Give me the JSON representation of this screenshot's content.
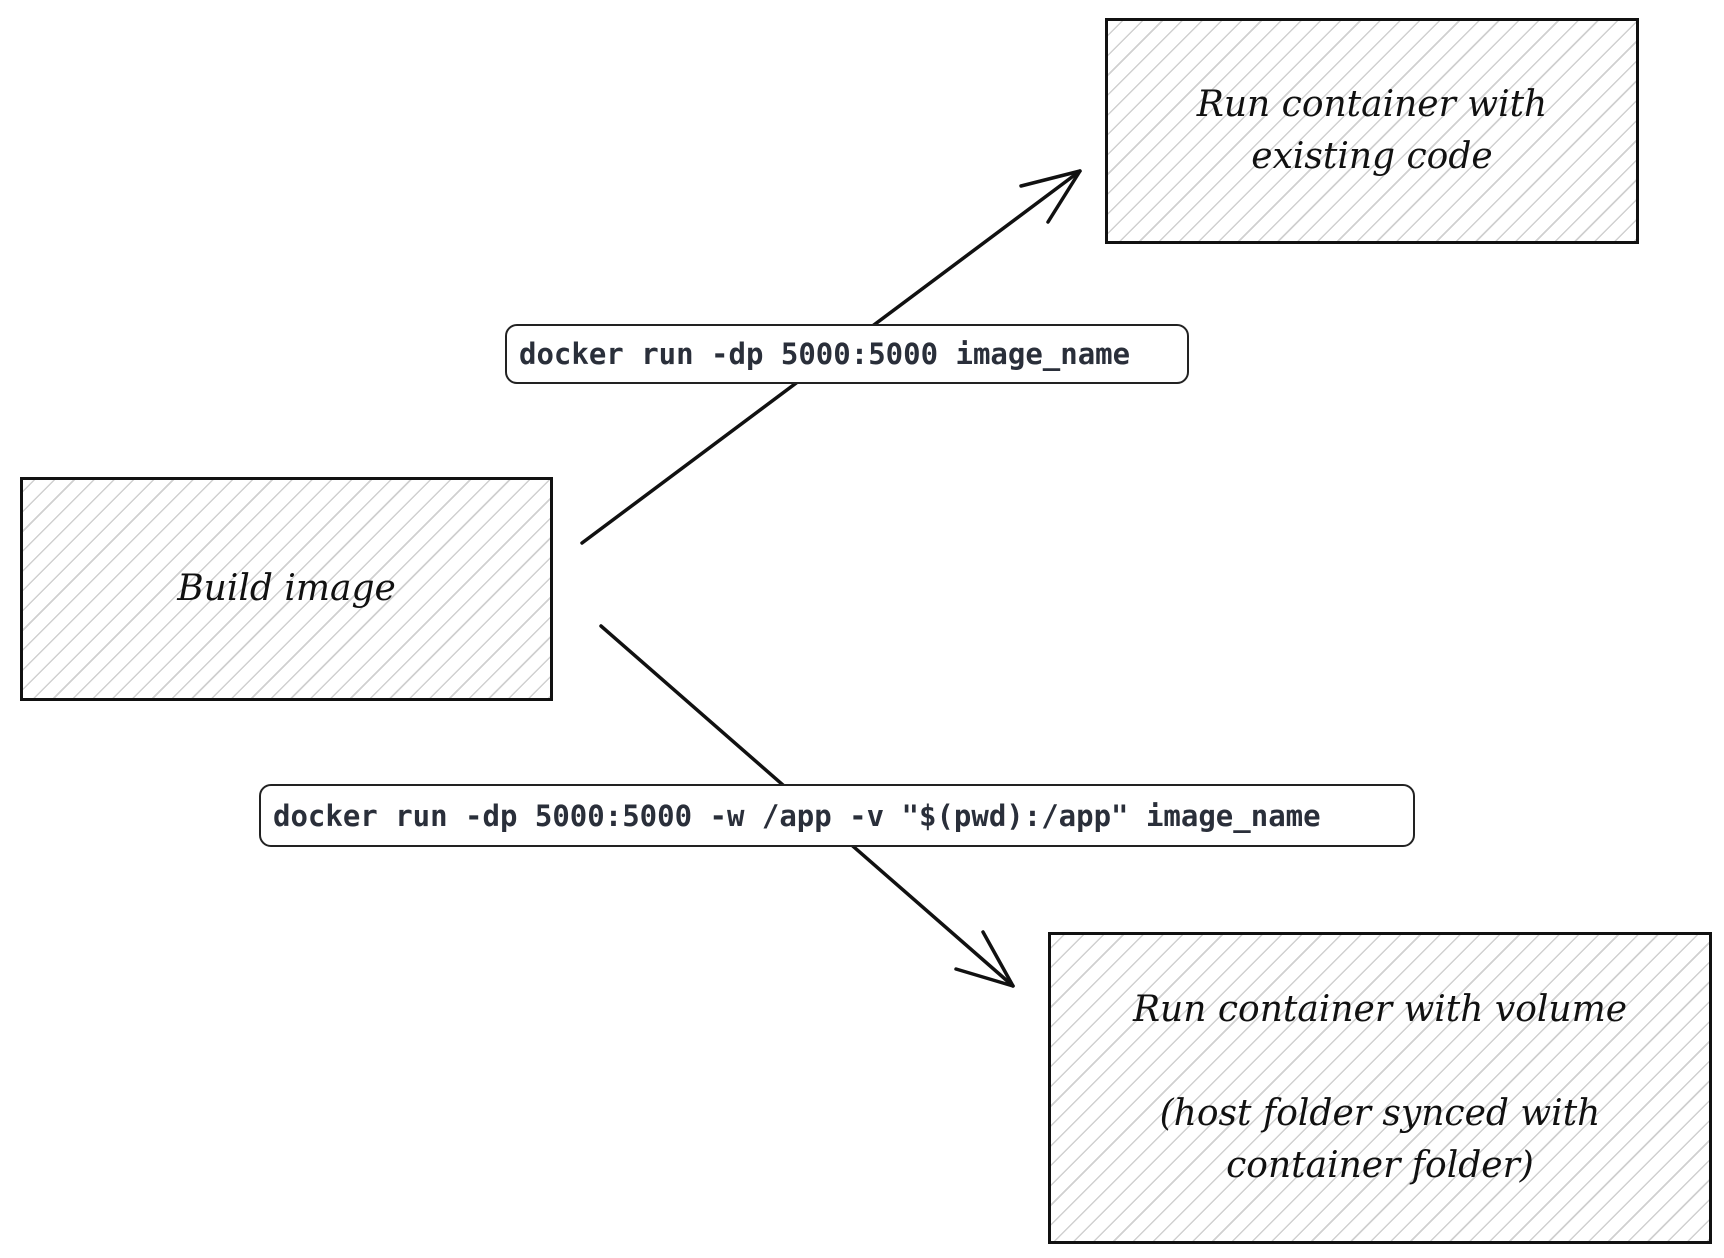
{
  "nodes": {
    "build_image": {
      "text": "Build image"
    },
    "run_existing": {
      "text": "Run container with\nexisting code"
    },
    "run_volume": {
      "text": "Run container with volume\n\n(host folder synced with\ncontainer folder)"
    }
  },
  "edges": {
    "to_run_existing": {
      "label": "docker run -dp 5000:5000 image_name"
    },
    "to_run_volume": {
      "label": "docker run -dp 5000:5000 -w /app -v \"$(pwd):/app\" image_name"
    }
  },
  "colors": {
    "stroke": "#111111",
    "hatch": "#aaaaaa",
    "label_text": "#2a2f3a",
    "background": "#ffffff"
  }
}
